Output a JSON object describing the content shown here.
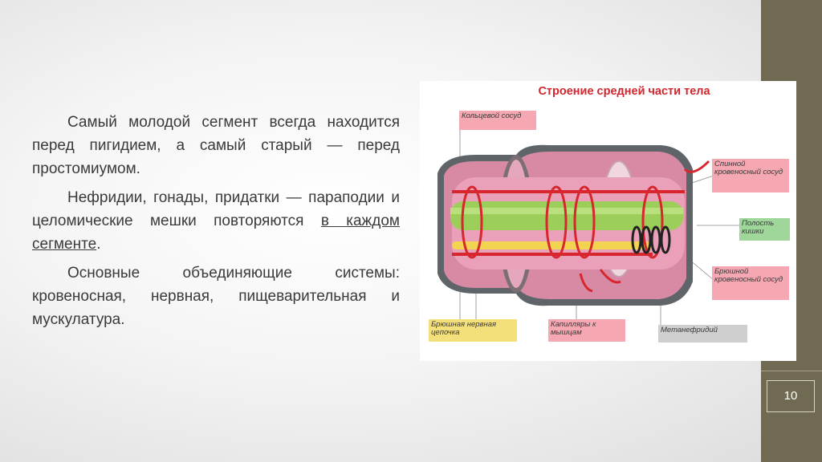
{
  "slide": {
    "page_number": "10",
    "paragraphs": [
      "Самый молодой сегмент всегда находится перед пигидием, а самый старый — перед простомиумом.",
      "Основные объединяющие системы: кровеносная, нервная, пищеварительная и мускулатура."
    ],
    "paragraph2": {
      "before": "Нефридии, гонады, придатки — параподии и целомические мешки повторяются ",
      "underlined": "в каждом сегменте",
      "after": "."
    }
  },
  "figure": {
    "title": "Строение средней части тела",
    "labels": {
      "ring_vessel": "Кольцевой сосуд",
      "dorsal_vessel": "Спинной кровеносный сосуд",
      "gut_cavity": "Полость кишки",
      "ventral_vessel": "Брюшной кровеносный сосуд",
      "nerve_chain": "Брюшная нервная цепочка",
      "capillaries": "Капилляры к мышцам",
      "metanephridium": "Метанефридий"
    }
  }
}
